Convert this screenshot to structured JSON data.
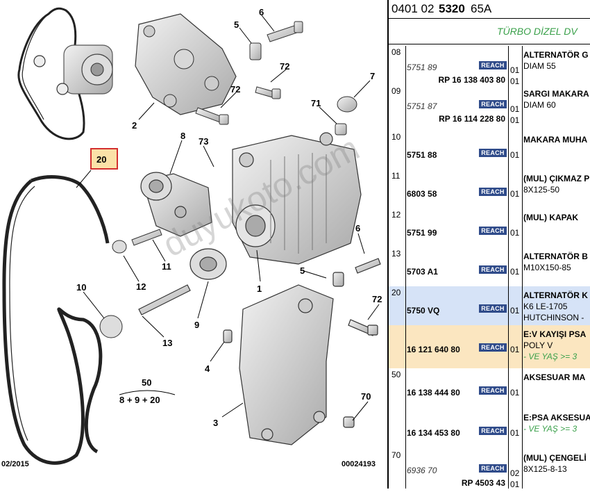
{
  "diagram": {
    "callouts": [
      {
        "n": "6"
      },
      {
        "n": "5"
      },
      {
        "n": "72"
      },
      {
        "n": "72"
      },
      {
        "n": "7"
      },
      {
        "n": "71"
      },
      {
        "n": "2"
      },
      {
        "n": "8"
      },
      {
        "n": "73"
      },
      {
        "n": "20"
      },
      {
        "n": "6"
      },
      {
        "n": "11"
      },
      {
        "n": "12"
      },
      {
        "n": "1"
      },
      {
        "n": "5"
      },
      {
        "n": "10"
      },
      {
        "n": "9"
      },
      {
        "n": "13"
      },
      {
        "n": "72"
      },
      {
        "n": "4"
      },
      {
        "n": "3"
      },
      {
        "n": "70"
      }
    ],
    "group_total": "50",
    "group_formula": "8 + 9 + 20",
    "date": "02/2015",
    "figure_code": "00024193",
    "watermark": "duyukoto.com"
  },
  "table": {
    "reference": {
      "a": "0401 02 ",
      "b": "5320",
      "c": " 65A"
    },
    "title": "TÜRBO DİZEL DV",
    "reach_label": "REACH",
    "rows": [
      {
        "idx": "08",
        "ref": "5751 89",
        "sub": "RP 16 138 403 80",
        "qty": [
          "01",
          "01"
        ],
        "desc": [
          "ALTERNATÖR G",
          "DIAM 55"
        ],
        "bg": "#ffffff"
      },
      {
        "idx": "09",
        "ref": "5751 87",
        "sub": "RP 16 114 228 80",
        "qty": [
          "01",
          "01"
        ],
        "desc": [
          "SARGI MAKARA",
          "DIAM 60"
        ],
        "bg": "#ffffff"
      },
      {
        "idx": "10",
        "ref": "5751 88",
        "sub": "",
        "qty": [
          "01"
        ],
        "desc": [
          "MAKARA MUHA"
        ],
        "bg": "#ffffff"
      },
      {
        "idx": "11",
        "ref": "6803 58",
        "sub": "",
        "qty": [
          "01"
        ],
        "desc": [
          "(MUL) ÇIKMAZ P",
          "8X125-50"
        ],
        "bg": "#ffffff"
      },
      {
        "idx": "12",
        "ref": "5751 99",
        "sub": "",
        "qty": [
          "01"
        ],
        "desc": [
          "(MUL) KAPAK"
        ],
        "bg": "#ffffff"
      },
      {
        "idx": "13",
        "ref": "5703 A1",
        "sub": "",
        "qty": [
          "01"
        ],
        "desc": [
          "ALTERNATÖR B",
          "M10X150-85"
        ],
        "bg": "#ffffff"
      },
      {
        "idx": "20",
        "ref": "5750 VQ",
        "sub": "",
        "qty": [
          "01"
        ],
        "desc": [
          "ALTERNATÖR K",
          "K6 LE-1705",
          "HUTCHINSON -"
        ],
        "bg": "#d6e3f7"
      },
      {
        "idx": "",
        "ref": "16 121 640 80",
        "sub": "",
        "qty": [
          "01"
        ],
        "desc": [
          "E:V KAYIŞI PSA",
          "POLY V",
          "- VE YAŞ >= 3"
        ],
        "bg": "#fbe6c0"
      },
      {
        "idx": "50",
        "ref": "16 138 444 80",
        "sub": "",
        "qty": [
          "01"
        ],
        "desc": [
          "AKSESUAR MA"
        ],
        "bg": "#ffffff"
      },
      {
        "idx": "",
        "ref": "16 134 453 80",
        "sub": "",
        "qty": [
          "01"
        ],
        "desc": [
          "E:PSA AKSESUA",
          "- VE YAŞ >= 3"
        ],
        "bg": "#ffffff"
      },
      {
        "idx": "70",
        "ref": "6936 70",
        "sub": "RP 4503 43",
        "qty": [
          "02",
          "01"
        ],
        "desc": [
          "(MUL) ÇENGELİ",
          "8X125-8-13"
        ],
        "bg": "#ffffff"
      }
    ]
  },
  "colors": {
    "reach_badge": "#2f4b8a",
    "selected_row": "#d6e3f7",
    "highlight_row": "#fbe6c0",
    "green_text": "#3aa04a",
    "callout_box": "#d32f2f",
    "callout_fill": "#fbe2a8"
  }
}
